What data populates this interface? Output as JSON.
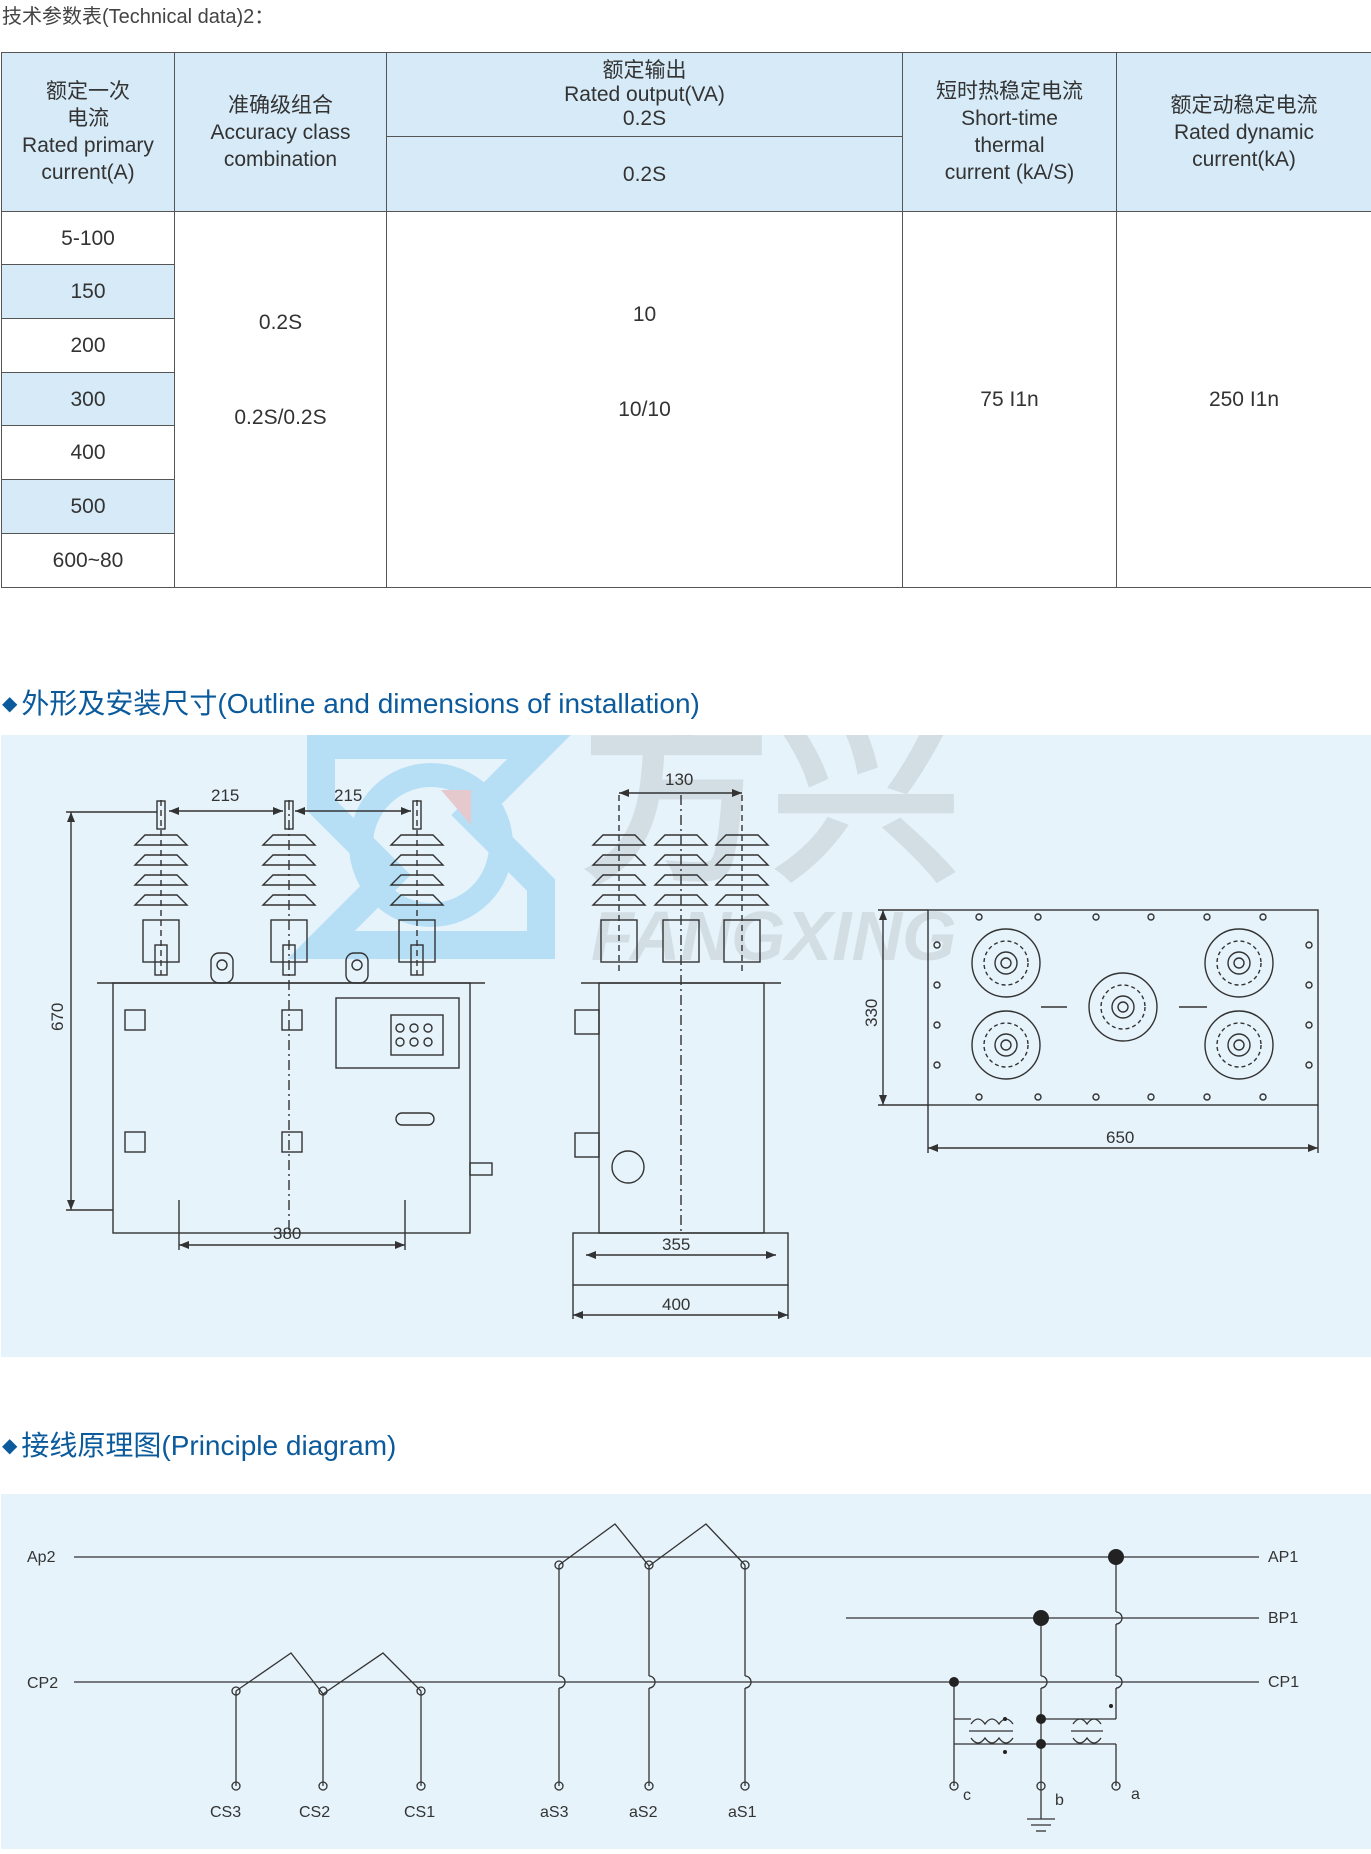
{
  "doc_title": "技术参数表(Technical data)2：",
  "table": {
    "headers": {
      "rated_primary_current": [
        "额定一次",
        "电流",
        "Rated primary",
        "current(A)"
      ],
      "accuracy_class": [
        "准确级组合",
        "Accuracy class",
        "combination"
      ],
      "rated_output": [
        "额定输出",
        "Rated output(VA)",
        "0.2S"
      ],
      "rated_output_sub": "0.2S",
      "short_time": [
        "短时热稳定电流",
        "Short-time",
        "thermal",
        "current (kA/S)"
      ],
      "dynamic": [
        "额定动稳定电流",
        "Rated dynamic",
        "current(kA)"
      ]
    },
    "currents": [
      "5-100",
      "150",
      "200",
      "300",
      "400",
      "500",
      "600~80"
    ],
    "accuracy_values": [
      "0.2S",
      "0.2S/0.2S"
    ],
    "output_values": [
      "10",
      "10/10"
    ],
    "short_time_value": "75 I1n",
    "dynamic_value": "250 I1n"
  },
  "outline": {
    "title": "外形及安装尺寸(Outline and dimensions of installation)",
    "dimensions": {
      "spacing_1": "215",
      "spacing_2": "215",
      "height": "670",
      "base_width": "380",
      "top_spacing": "130",
      "side_inner": "355",
      "side_outer": "400",
      "plan_depth": "330",
      "plan_width": "650"
    },
    "watermark": {
      "chinese": "方兴",
      "latin": "FANGXING"
    }
  },
  "diagram": {
    "title": "接线原理图(Principle diagram)",
    "left_labels": [
      "Ap2",
      "CP2"
    ],
    "right_labels": [
      "AP1",
      "BP1",
      "CP1"
    ],
    "bottom_labels": [
      "CS3",
      "CS2",
      "CS1",
      "aS3",
      "aS2",
      "aS1"
    ],
    "pt_labels": [
      "c",
      "b",
      "a"
    ]
  }
}
